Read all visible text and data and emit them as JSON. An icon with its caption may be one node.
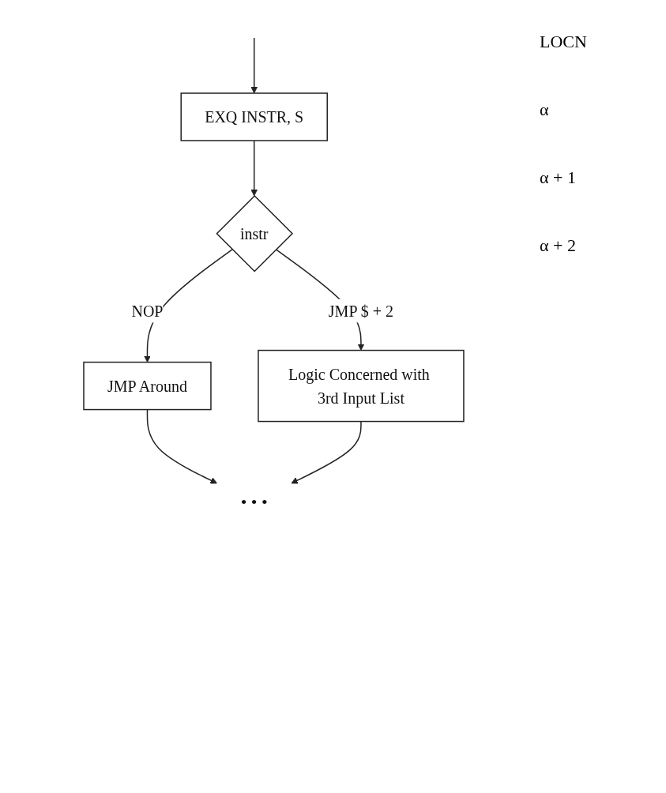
{
  "diagram": {
    "nodes": [
      {
        "text": [
          "EXQ INSTR, S"
        ]
      },
      {
        "text": [
          "instr"
        ]
      },
      {
        "text": [
          "JMP Around"
        ]
      },
      {
        "text": [
          "Logic Concerned with 3rd Input List"
        ]
      },
      {
        "text": [
          "• • •"
        ]
      }
    ],
    "edges": [
      {
        "from": null,
        "to": 0,
        "arrow": "to"
      },
      {
        "from": 0,
        "to": 1,
        "arrow": "to"
      },
      {
        "from": 1,
        "to": 2,
        "arrow": "to",
        "label": "NOP"
      },
      {
        "from": 1,
        "to": 3,
        "arrow": "to",
        "label": "JMP $ + 2"
      },
      {
        "from": 2,
        "to": 4,
        "arrow": "to"
      },
      {
        "from": 3,
        "to": 4,
        "arrow": "to"
      }
    ],
    "labels": [
      "LOCN",
      "α",
      "α + 1",
      "α + 2"
    ]
  }
}
